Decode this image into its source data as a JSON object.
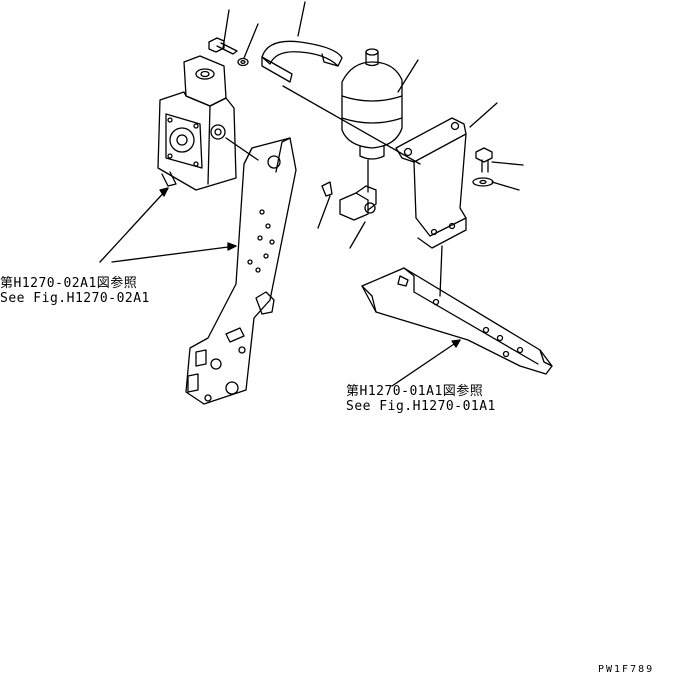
{
  "references": {
    "left": {
      "ja": "第H1270-02A1図参照",
      "en": "See Fig.H1270-02A1"
    },
    "right": {
      "ja": "第H1270-01A1図参照",
      "en": "See Fig.H1270-01A1"
    }
  },
  "drawing_code": "PW1F789"
}
